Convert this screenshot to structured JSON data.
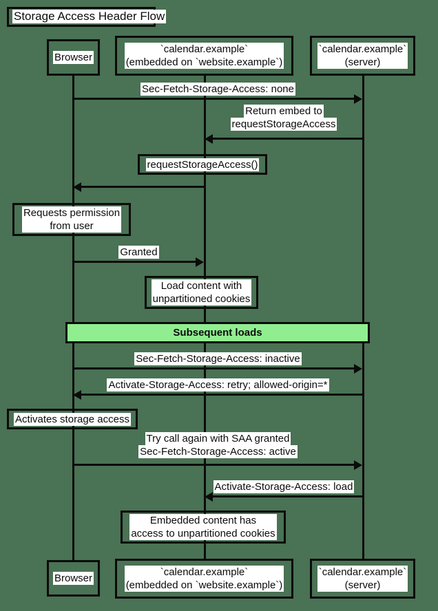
{
  "diagram": {
    "title": "Storage Access Header Flow",
    "background_color": "#4a7254",
    "line_color": "#0b0b0b",
    "label_background": "#ffffff",
    "section_color": "#90ee90"
  },
  "participants": [
    {
      "id": "browser",
      "label": "Browser"
    },
    {
      "id": "embed",
      "label": "`calendar.example`\n(embedded on `website.example`)"
    },
    {
      "id": "server",
      "label": "`calendar.example`\n(server)"
    }
  ],
  "footer_participants": [
    {
      "id": "browser",
      "label": "Browser"
    },
    {
      "id": "embed",
      "label": "`calendar.example`\n(embedded on `website.example`)"
    },
    {
      "id": "server",
      "label": "`calendar.example`\n(server)"
    }
  ],
  "messages": [
    {
      "id": "m1",
      "label": "Sec-Fetch-Storage-Access: none",
      "from": "browser",
      "to": "server",
      "direction": "right"
    },
    {
      "id": "m2",
      "label": "Return embed to\nrequestStorageAccess",
      "from": "server",
      "to": "embed",
      "direction": "left"
    },
    {
      "id": "m3",
      "label": "Granted",
      "from": "browser",
      "to": "embed",
      "direction": "right"
    },
    {
      "id": "m4",
      "label": "Sec-Fetch-Storage-Access: inactive",
      "from": "browser",
      "to": "server",
      "direction": "right"
    },
    {
      "id": "m5",
      "label": "Activate-Storage-Access: retry; allowed-origin=*",
      "from": "server",
      "to": "browser",
      "direction": "left"
    },
    {
      "id": "m6",
      "label": "Try call again with SAA granted\nSec-Fetch-Storage-Access: active",
      "from": "browser",
      "to": "server",
      "direction": "right"
    },
    {
      "id": "m7",
      "label": "Activate-Storage-Access: load",
      "from": "server",
      "to": "embed",
      "direction": "left"
    }
  ],
  "notes": [
    {
      "id": "n1",
      "label": "requestStorageAccess()",
      "over": "embed"
    },
    {
      "id": "n2",
      "label": "Requests permission\nfrom user",
      "over": "browser"
    },
    {
      "id": "n3",
      "label": "Load content with\nunpartitioned cookies",
      "over": "embed"
    },
    {
      "id": "n4",
      "label": "Activates storage access",
      "over": "browser"
    },
    {
      "id": "n5",
      "label": "Embedded content has\naccess to unpartitioned cookies",
      "over": "embed"
    }
  ],
  "sections": [
    {
      "id": "s1",
      "label": "Subsequent loads"
    }
  ],
  "return_arrow_to_browser": {
    "id": "m2b",
    "label": ""
  }
}
